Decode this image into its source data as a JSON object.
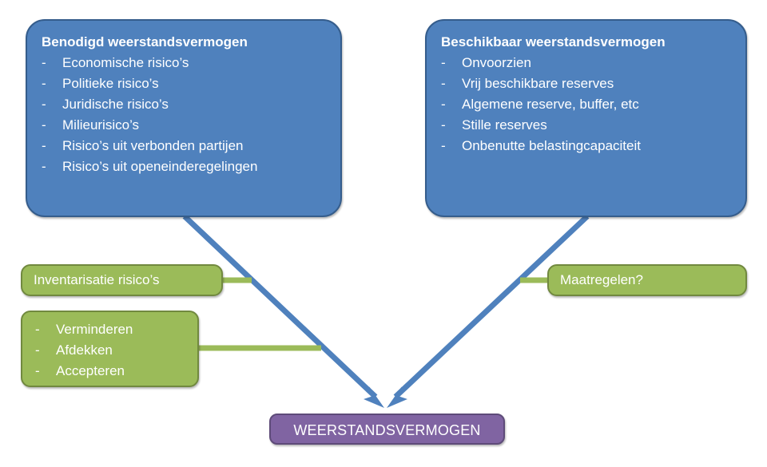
{
  "diagram": {
    "title_text": "WEERSTANDSVERMOGEN",
    "colors": {
      "blue_fill": "#4f81bd",
      "blue_border": "#355d8c",
      "green_fill": "#9bbb59",
      "green_border": "#71893f",
      "purple_fill": "#8064a2",
      "purple_border": "#5e4b79",
      "arrow": "#4f81bd",
      "connector": "#9bbb59",
      "text": "#ffffff",
      "background": "#ffffff"
    },
    "nodes": {
      "benodigd": {
        "heading": "Benodigd weerstandsvermogen",
        "bullet_marker": "-",
        "items": [
          "Economische risico’s",
          "Politieke risico’s",
          "Juridische risico’s",
          "Milieurisico’s",
          "Risico’s uit verbonden partijen",
          "Risico’s uit openeinderegelingen"
        ]
      },
      "beschikbaar": {
        "heading": "Beschikbaar weerstandsvermogen",
        "bullet_marker": "-",
        "items": [
          "Onvoorzien",
          "Vrij beschikbare reserves",
          "Algemene reserve, buffer, etc",
          "Stille reserves",
          "Onbenutte belastingcapaciteit"
        ]
      },
      "inventarisatie": {
        "label": "Inventarisatie risico’s"
      },
      "maatregelen": {
        "label": "Maatregelen?"
      },
      "acties": {
        "bullet_marker": "-",
        "items": [
          "Verminderen",
          "Afdekken",
          "Accepteren"
        ]
      },
      "weerstandsvermogen": {
        "label": "WEERSTANDSVERMOGEN"
      }
    },
    "connections": [
      {
        "name": "arrow-benodigd-to-weerstandsvermogen",
        "from": "benodigd",
        "to": "weerstandsvermogen",
        "style": "arrow",
        "color": "#4f81bd"
      },
      {
        "name": "arrow-beschikbaar-to-weerstandsvermogen",
        "from": "beschikbaar",
        "to": "weerstandsvermogen",
        "style": "arrow",
        "color": "#4f81bd"
      },
      {
        "name": "connector-inventarisatie",
        "from": "inventarisatie",
        "to": "arrow-benodigd-to-weerstandsvermogen",
        "style": "line",
        "color": "#9bbb59"
      },
      {
        "name": "connector-acties",
        "from": "acties",
        "to": "arrow-benodigd-to-weerstandsvermogen",
        "style": "line",
        "color": "#9bbb59"
      },
      {
        "name": "connector-maatregelen",
        "from": "maatregelen",
        "to": "arrow-beschikbaar-to-weerstandsvermogen",
        "style": "line",
        "color": "#9bbb59"
      }
    ]
  }
}
